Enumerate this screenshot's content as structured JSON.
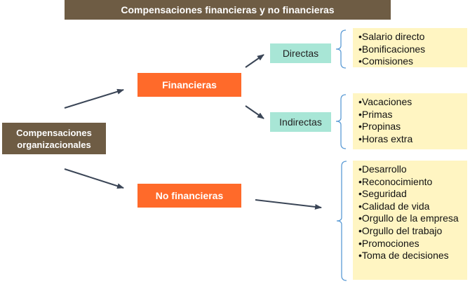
{
  "title": "Compensaciones financieras y no financieras",
  "root": {
    "line1": "Compensaciones",
    "line2": "organizacionales"
  },
  "financieras": {
    "label": "Financieras",
    "directas": {
      "label": "Directas",
      "items": [
        "•Salario directo",
        "•Bonificaciones",
        "•Comisiones"
      ]
    },
    "indirectas": {
      "label": "Indirectas",
      "items": [
        "•Vacaciones",
        "•Primas",
        "•Propinas",
        "•Horas extra"
      ]
    }
  },
  "no_financieras": {
    "label": "No financieras",
    "items": [
      "•Desarrollo",
      "•Reconocimiento",
      "•Seguridad",
      "•Calidad de vida",
      "•Orgullo de la empresa",
      "•Orgullo del trabajo",
      "•Promociones",
      "•Toma de decisiones"
    ]
  },
  "colors": {
    "brown": "#6e5c44",
    "orange": "#ff6a2a",
    "mint": "#a8e6d6",
    "cream": "#fff5c2",
    "arrow": "#3a4556",
    "bracket": "#5b9bd5"
  }
}
